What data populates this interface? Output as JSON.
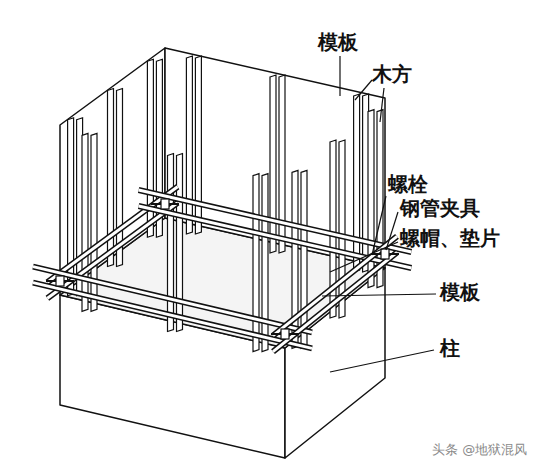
{
  "diagram": {
    "labels": [
      "模板",
      "木方",
      "螺栓",
      "钢管夹具",
      "螺帽、垫片",
      "模板",
      "柱",
      "头条 @地狱混风"
    ]
  }
}
